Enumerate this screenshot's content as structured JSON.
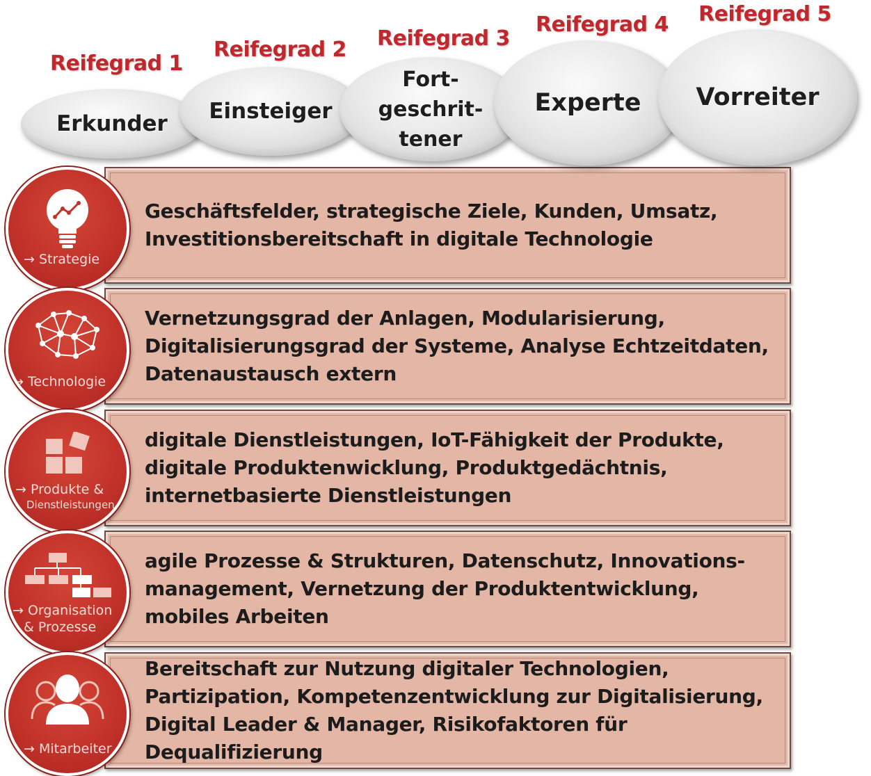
{
  "levels": [
    {
      "label": "Reifegrad 1",
      "name": "Erkunder"
    },
    {
      "label": "Reifegrad 2",
      "name": "Einsteiger"
    },
    {
      "label": "Reifegrad 3",
      "name": "Fort-\ngeschrit-\ntener"
    },
    {
      "label": "Reifegrad 4",
      "name": "Experte"
    },
    {
      "label": "Reifegrad 5",
      "name": "Vorreiter"
    }
  ],
  "dimensions": [
    {
      "label": "→ Strategie",
      "icon": "lightbulb-icon",
      "lines": [
        "Geschäftsfelder, strategische Ziele, Kunden, Umsatz,",
        "Investitionsbereitschaft in digitale Technologie"
      ]
    },
    {
      "label": "→ Technologie",
      "icon": "network-icon",
      "lines": [
        "Vernetzungsgrad der Anlagen, Modularisierung,",
        "Digitalisierungsgrad der Systeme, Analyse Echtzeitdaten,",
        "Datenaustausch extern"
      ]
    },
    {
      "label": "→ Produkte &",
      "sublabel": "Dienstleistungen",
      "icon": "blocks-icon",
      "lines": [
        "digitale Dienstleistungen, IoT-Fähigkeit der Produkte,",
        "digitale Produktenwicklung, Produktgedächtnis,",
        "internetbasierte Dienstleistungen"
      ]
    },
    {
      "label": "→ Organisation",
      "sublabel": "& Prozesse",
      "icon": "org-chart-icon",
      "lines": [
        "agile Prozesse & Strukturen, Datenschutz, Innovations-",
        "management, Vernetzung der Produktentwicklung,",
        "mobiles Arbeiten"
      ]
    },
    {
      "label": "→ Mitarbeiter",
      "icon": "people-icon",
      "lines": [
        "Bereitschaft zur Nutzung digitaler Technologien,",
        "Partizipation, Kompetenzentwicklung zur Digitalisierung,",
        "Digital Leader & Manager, Risikofaktoren für",
        "Dequalifizierung"
      ]
    }
  ],
  "colors": {
    "accent_red": "#c0282d",
    "panel_fill": "#e3b6a5",
    "circle_red": "#c2322a"
  }
}
